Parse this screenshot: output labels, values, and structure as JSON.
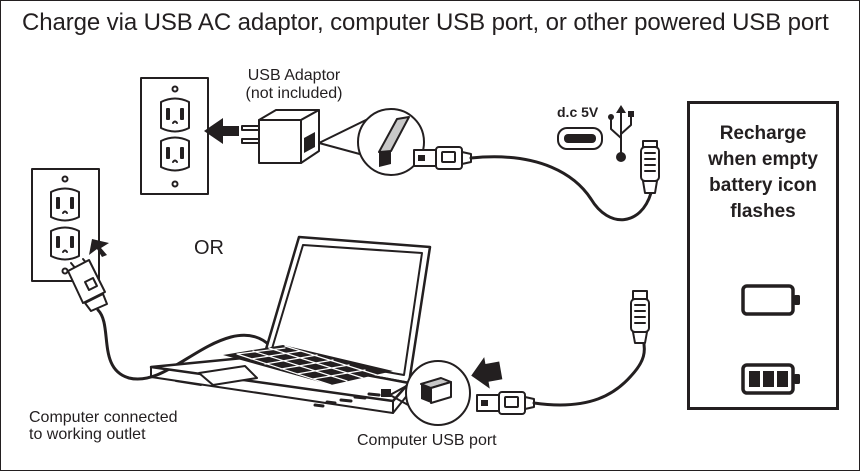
{
  "title": "Charge via USB AC adaptor, computer USB port,  or other powered USB port",
  "adaptor_label": {
    "line1": "USB Adaptor",
    "line2": "(not included)"
  },
  "dc_label": "d.c 5V",
  "or_label": "OR",
  "computer_label": {
    "line1": "Computer connected",
    "line2": "to working outlet"
  },
  "usb_port_label": "Computer USB port",
  "panel": {
    "lines": [
      "Recharge",
      "when empty",
      "battery icon",
      "flashes"
    ],
    "battery_states": [
      {
        "name": "empty-battery-icon",
        "bars": 0
      },
      {
        "name": "full-battery-icon",
        "bars": 3
      }
    ]
  },
  "colors": {
    "ink": "#231f20",
    "background": "#ffffff",
    "gray": "#c8c8c8"
  },
  "icons": [
    "wall-outlet-icon",
    "usb-adaptor-icon",
    "usb-symbol-icon",
    "micro-usb-port-icon",
    "laptop-icon",
    "plug-icon",
    "arrow-icon"
  ]
}
